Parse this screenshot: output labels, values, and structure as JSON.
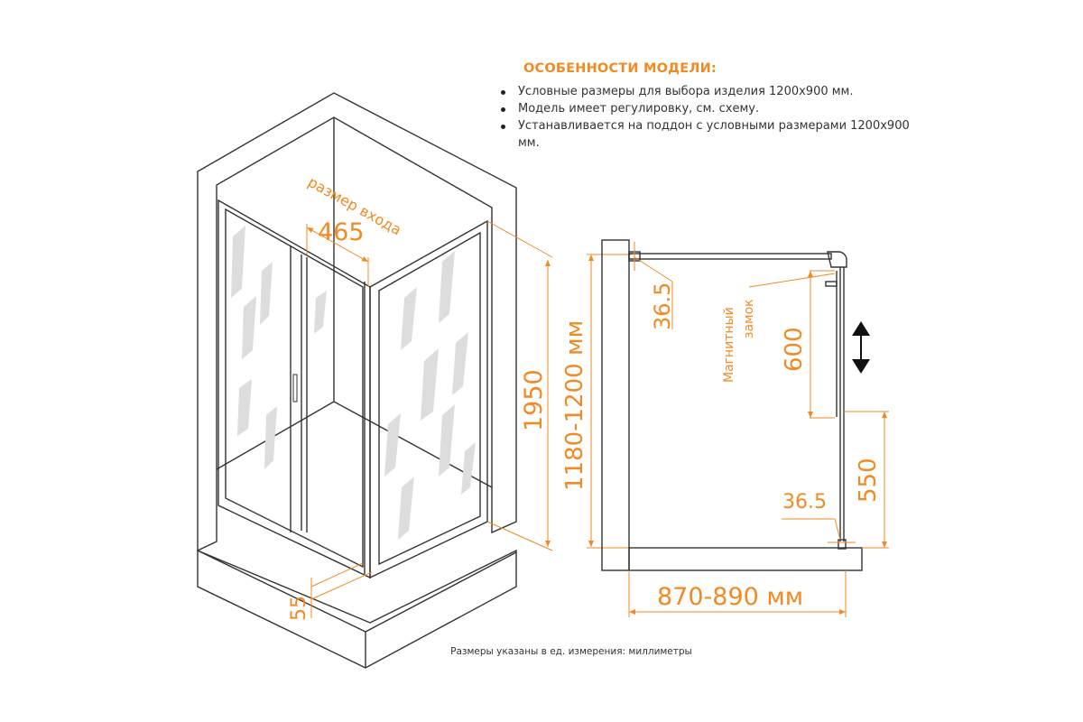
{
  "features": {
    "title": "ОСОБЕННОСТИ МОДЕЛИ:",
    "items": [
      "Условные размеры для выбора изделия 1200х900 мм.",
      "Модель имеет регулировку,  см.  схему.",
      "Устанавливается на поддон с условными размерами 1200х900 мм."
    ]
  },
  "iso_view": {
    "entry_label": "размер входа",
    "entry_width": "465",
    "height": "1950",
    "width_range": "1180-1200 мм",
    "profile": "55"
  },
  "plan_view": {
    "top_offset": "36.5",
    "bottom_offset": "36.5",
    "lock_label_1": "Магнитный",
    "lock_label_2": "замок",
    "upper_height": "600",
    "lower_height": "550",
    "depth_range": "870-890 мм"
  },
  "caption": "Размеры указаны в ед. измерения: миллиметры",
  "colors": {
    "accent": "#f28a24",
    "line": "#333333"
  }
}
